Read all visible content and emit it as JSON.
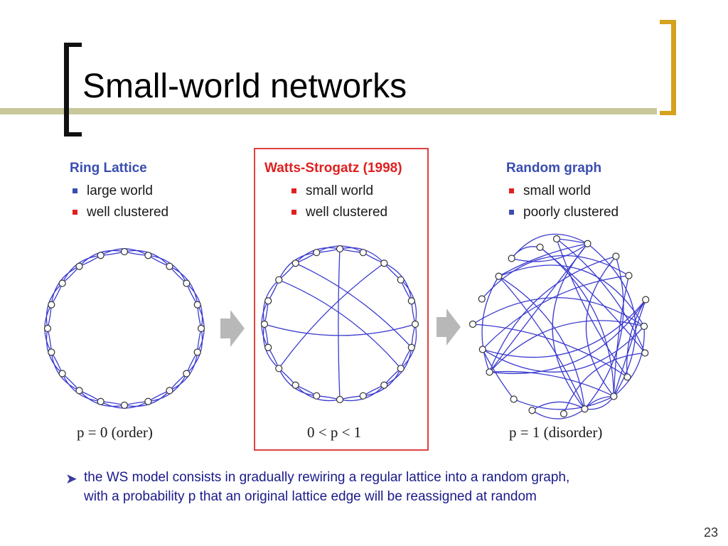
{
  "slide": {
    "title": "Small-world networks",
    "page_number": "23",
    "accent_color": "#d5a21d",
    "rule_color": "#c8c89a"
  },
  "panels": [
    {
      "title": "Ring Lattice",
      "title_color": "#3a4db0",
      "bullets": [
        {
          "text": "large world",
          "color": "#3a4db0"
        },
        {
          "text": "well clustered",
          "color": "#e02020"
        }
      ],
      "caption": "p = 0 (order)",
      "rewire_probability": 0
    },
    {
      "title": "Watts-Strogatz (1998)",
      "title_color": "#e02020",
      "bullets": [
        {
          "text": "small world",
          "color": "#e02020"
        },
        {
          "text": "well clustered",
          "color": "#e02020"
        }
      ],
      "caption": "0 < p < 1",
      "highlight_color": "#e04040"
    },
    {
      "title": "Random graph",
      "title_color": "#3a4db0",
      "bullets": [
        {
          "text": "small world",
          "color": "#e02020"
        },
        {
          "text": "poorly clustered",
          "color": "#3a4db0"
        }
      ],
      "caption": "p = 1 (disorder)",
      "rewire_probability": 1
    }
  ],
  "diagram": {
    "node_count": 20,
    "edge_color": "#3a3ad0",
    "arrow_color": "#b8b8b8",
    "arrow_icon": "right-arrow-icon"
  },
  "note": {
    "icon": "arrow-bullet-icon",
    "line1": "the WS model consists in gradually rewiring a regular lattice into a random graph,",
    "line2": "with a probability p that an original lattice edge will be reassigned at random"
  }
}
